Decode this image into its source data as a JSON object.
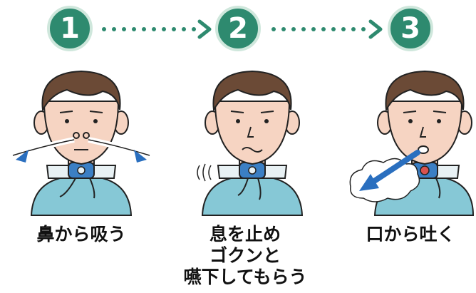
{
  "steps": [
    {
      "number": "1",
      "caption_lines": [
        "鼻から吸う"
      ]
    },
    {
      "number": "2",
      "caption_lines": [
        "息を止め",
        "ゴクンと",
        "嚥下してもらう"
      ]
    },
    {
      "number": "3",
      "caption_lines": [
        "口から吐く"
      ]
    }
  ],
  "colors": {
    "badge": "#2e8a6f",
    "badge_ring": "#cfe7dc",
    "dots": "#2e8a6f",
    "skin": "#f6d4c2",
    "hair": "#6b4a36",
    "shirt": "#86c8d6",
    "device": "#3b7fc4",
    "arrow": "#2a6fbf"
  }
}
